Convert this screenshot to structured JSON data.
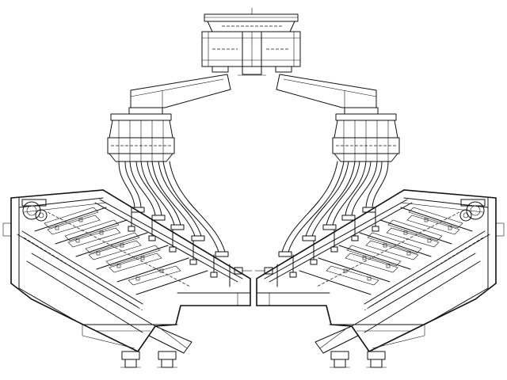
{
  "drawing": {
    "line_color": "#111111",
    "background": "#ffffff",
    "components": [
      "top-distributor",
      "left-feed-chute",
      "right-feed-chute",
      "left-splitter-box",
      "right-splitter-box",
      "left-feed-pipes",
      "right-feed-pipes",
      "left-screen",
      "right-screen"
    ]
  }
}
